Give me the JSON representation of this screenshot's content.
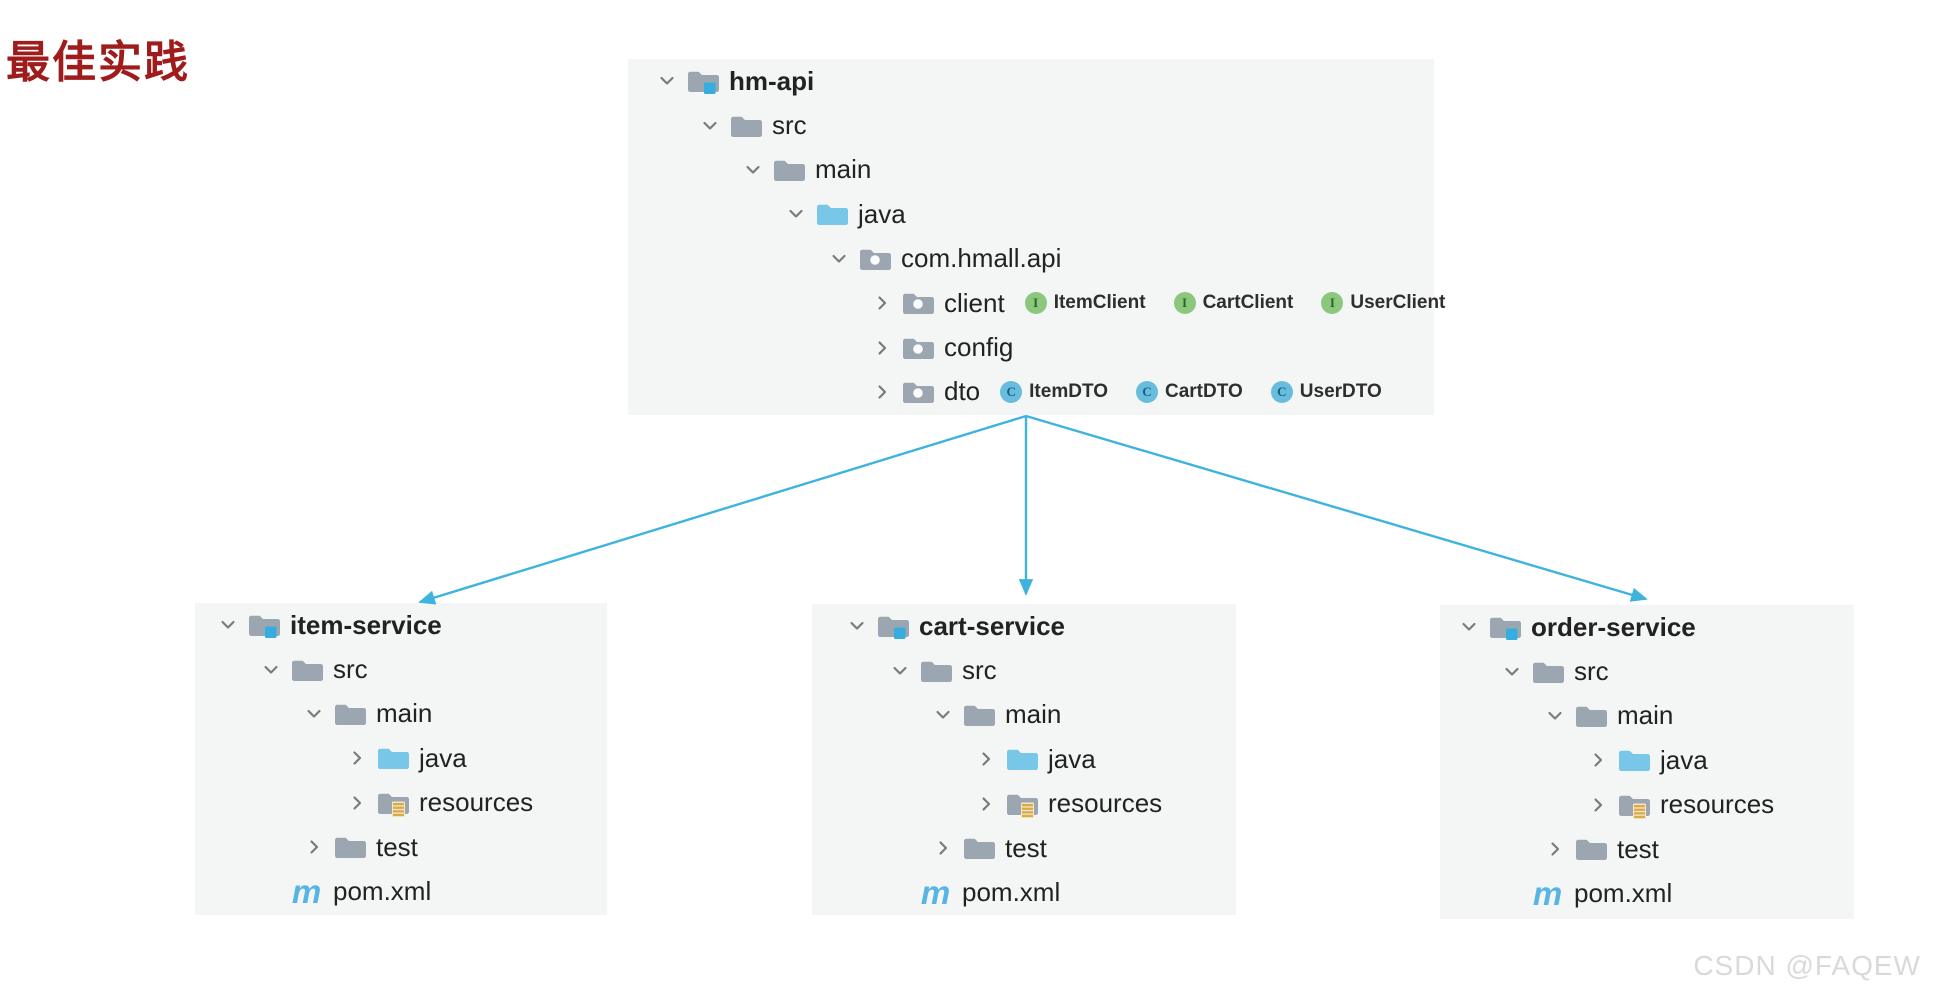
{
  "title": "最佳实践",
  "watermark": "CSDN @FAQEW",
  "icon_glyphs": {
    "maven": "m",
    "interface": "I",
    "class": "C"
  },
  "colors": {
    "title": "#9E1C1C",
    "arrow": "#3EB3DD",
    "panel_bg": "#F4F6F5",
    "folder": "#9CA6B0",
    "source_folder": "#79C7E8",
    "module_badge": "#35AEDF",
    "resources_badge": "#D9A94C",
    "interface_badge": "#8BC77D",
    "class_badge": "#68BDDC",
    "maven": "#58B5E3"
  },
  "trees": [
    {
      "id": "hm-api",
      "rows": [
        {
          "level": 0,
          "chevron": "expanded",
          "icon": "module-folder",
          "label": "hm-api",
          "bold": true
        },
        {
          "level": 1,
          "chevron": "expanded",
          "icon": "folder",
          "label": "src"
        },
        {
          "level": 2,
          "chevron": "expanded",
          "icon": "folder",
          "label": "main"
        },
        {
          "level": 3,
          "chevron": "expanded",
          "icon": "source-folder",
          "label": "java"
        },
        {
          "level": 4,
          "chevron": "expanded",
          "icon": "package-folder",
          "label": "com.hmall.api"
        },
        {
          "level": 5,
          "chevron": "collapsed",
          "icon": "package-folder",
          "label": "client",
          "badges": [
            {
              "type": "interface",
              "label": "ItemClient"
            },
            {
              "type": "interface",
              "label": "CartClient"
            },
            {
              "type": "interface",
              "label": "UserClient"
            }
          ]
        },
        {
          "level": 5,
          "chevron": "collapsed",
          "icon": "package-folder",
          "label": "config"
        },
        {
          "level": 5,
          "chevron": "collapsed",
          "icon": "package-folder",
          "label": "dto",
          "badges": [
            {
              "type": "class",
              "label": "ItemDTO"
            },
            {
              "type": "class",
              "label": "CartDTO"
            },
            {
              "type": "class",
              "label": "UserDTO"
            }
          ]
        }
      ]
    },
    {
      "id": "item-service",
      "rows": [
        {
          "level": 0,
          "chevron": "expanded",
          "icon": "module-folder",
          "label": "item-service",
          "bold": true
        },
        {
          "level": 1,
          "chevron": "expanded",
          "icon": "folder",
          "label": "src"
        },
        {
          "level": 2,
          "chevron": "expanded",
          "icon": "folder",
          "label": "main"
        },
        {
          "level": 3,
          "chevron": "collapsed",
          "icon": "source-folder",
          "label": "java"
        },
        {
          "level": 3,
          "chevron": "collapsed",
          "icon": "resources-folder",
          "label": "resources"
        },
        {
          "level": 2,
          "chevron": "collapsed",
          "icon": "folder",
          "label": "test"
        },
        {
          "level": 1,
          "chevron": "none",
          "icon": "maven",
          "label": "pom.xml"
        }
      ]
    },
    {
      "id": "cart-service",
      "rows": [
        {
          "level": 0,
          "chevron": "expanded",
          "icon": "module-folder",
          "label": "cart-service",
          "bold": true
        },
        {
          "level": 1,
          "chevron": "expanded",
          "icon": "folder",
          "label": "src"
        },
        {
          "level": 2,
          "chevron": "expanded",
          "icon": "folder",
          "label": "main"
        },
        {
          "level": 3,
          "chevron": "collapsed",
          "icon": "source-folder",
          "label": "java"
        },
        {
          "level": 3,
          "chevron": "collapsed",
          "icon": "resources-folder",
          "label": "resources"
        },
        {
          "level": 2,
          "chevron": "collapsed",
          "icon": "folder",
          "label": "test"
        },
        {
          "level": 1,
          "chevron": "none",
          "icon": "maven",
          "label": "pom.xml"
        }
      ]
    },
    {
      "id": "order-service",
      "rows": [
        {
          "level": 0,
          "chevron": "expanded",
          "icon": "module-folder",
          "label": "order-service",
          "bold": true
        },
        {
          "level": 1,
          "chevron": "expanded",
          "icon": "folder",
          "label": "src"
        },
        {
          "level": 2,
          "chevron": "expanded",
          "icon": "folder",
          "label": "main"
        },
        {
          "level": 3,
          "chevron": "collapsed",
          "icon": "source-folder",
          "label": "java"
        },
        {
          "level": 3,
          "chevron": "collapsed",
          "icon": "resources-folder",
          "label": "resources"
        },
        {
          "level": 2,
          "chevron": "collapsed",
          "icon": "folder",
          "label": "test"
        },
        {
          "level": 1,
          "chevron": "none",
          "icon": "maven",
          "label": "pom.xml"
        }
      ]
    }
  ]
}
